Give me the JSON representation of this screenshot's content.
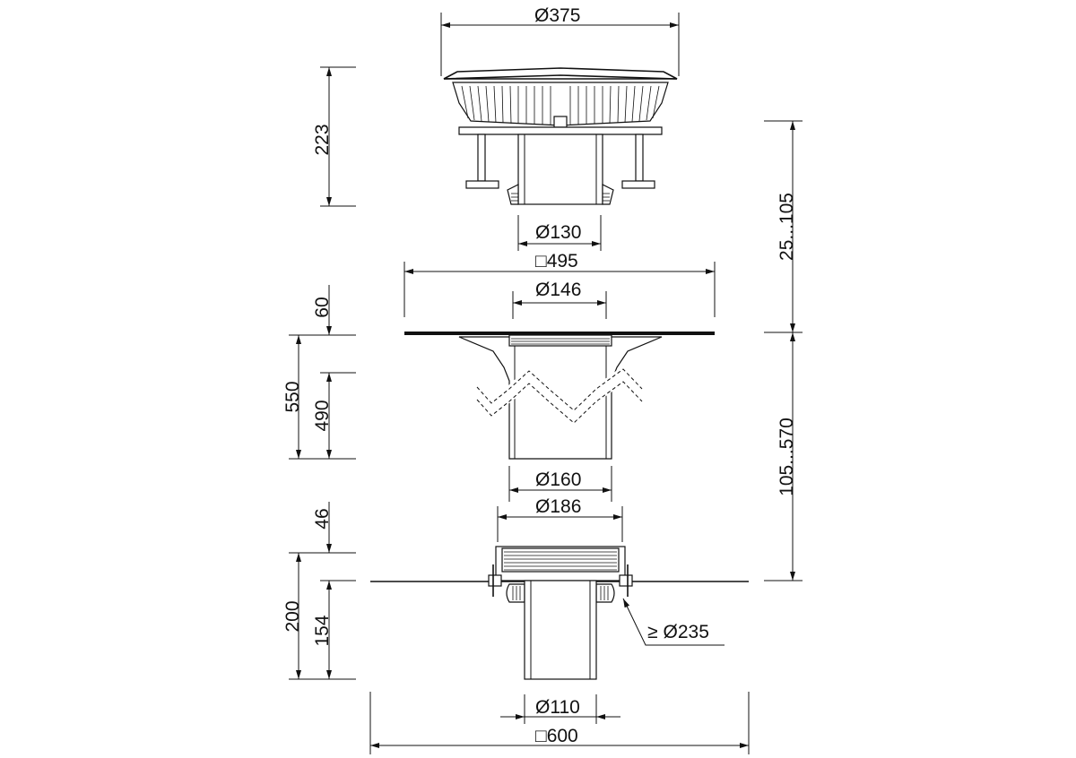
{
  "dimensions": {
    "top_width": "375",
    "top_height": "223",
    "top_outlet": "130",
    "plate_square": "495",
    "flange_dia": "146",
    "thickness_60": "60",
    "total_550": "550",
    "pipe_490": "490",
    "range_upper": "25...105",
    "range_lower": "105...570",
    "dia_160": "160",
    "dia_186": "186",
    "h_46": "46",
    "h_200": "200",
    "h_154": "154",
    "ring_min": "235",
    "bottom_outlet": "110",
    "base_square": "600"
  },
  "symbols": {
    "diameter": "Ø",
    "square": "□",
    "gte": "≥"
  }
}
